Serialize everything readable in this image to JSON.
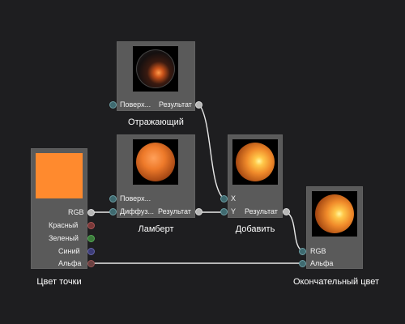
{
  "nodes": {
    "specular": {
      "title": "Отражающий",
      "in_label": "Поверх...",
      "out_label": "Результат"
    },
    "lambert": {
      "title": "Ламберт",
      "in1_label": "Поверх...",
      "in2_label": "Диффуз...",
      "out_label": "Результат"
    },
    "add": {
      "title": "Добавить",
      "in_x_label": "X",
      "in_y_label": "Y",
      "out_label": "Результат"
    },
    "point_color": {
      "title": "Цвет точки",
      "swatch_color": "#ff8a2e",
      "rgb_label": "RGB",
      "red_label": "Красный",
      "green_label": "Зеленый",
      "blue_label": "Синий",
      "alpha_label": "Альфа"
    },
    "final": {
      "title": "Окончательный цвет",
      "rgb_label": "RGB",
      "alpha_label": "Альфа"
    }
  },
  "colors": {
    "background": "#1e1e20",
    "node": "#5a5a5a",
    "wire": "#e8e8e8"
  }
}
